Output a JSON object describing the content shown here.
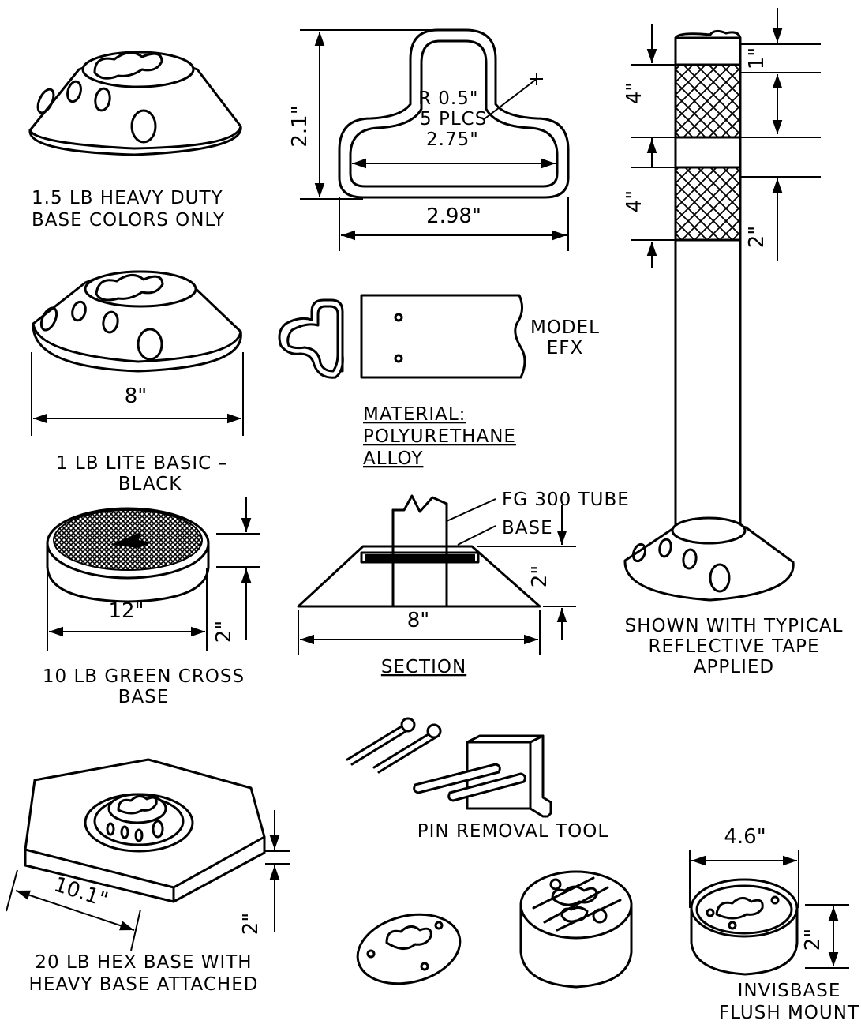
{
  "labels": {
    "duty_base_line1": "1.5 LB HEAVY DUTY",
    "duty_base_line2": "BASE COLORS ONLY",
    "lite_base_line1": "1 LB LITE BASIC –",
    "lite_base_line2": "BLACK",
    "green_base_line1": "10 LB GREEN CROSS",
    "green_base_line2": "BASE",
    "hex_base_line1": "20 LB HEX BASE WITH",
    "hex_base_line2": "HEAVY BASE ATTACHED",
    "model_line1": "MODEL",
    "model_line2": "EFX",
    "material_line1": "MATERIAL:",
    "material_line2": "POLYURETHANE",
    "material_line3": "ALLOY",
    "tube_label": "FG 300 TUBE",
    "base_label": "BASE",
    "section_label": "SECTION",
    "radius_line1": "R 0.5\"",
    "radius_line2": "5 PLCS",
    "pin_tool": "PIN REMOVAL TOOL",
    "shown_line1": "SHOWN WITH TYPICAL",
    "shown_line2": "REFLECTIVE TAPE",
    "shown_line3": "APPLIED",
    "invis_line1": "INVISBASE",
    "invis_line2": "FLUSH MOUNT"
  },
  "dimensions": {
    "tkey_height": "2.1\"",
    "tkey_inner_width": "2.75\"",
    "tkey_outer_width": "2.98\"",
    "lite_diameter": "8\"",
    "green_diameter": "12\"",
    "green_height": "2\"",
    "section_width": "8\"",
    "section_height": "2\"",
    "hex_width": "10.1\"",
    "hex_height": "2\"",
    "tape_band_1": "4\"",
    "tape_band_2": "4\"",
    "tape_top_gap": "1\"",
    "tape_bottom_gap": "2\"",
    "invis_diameter": "4.6\"",
    "invis_height": "2\""
  }
}
